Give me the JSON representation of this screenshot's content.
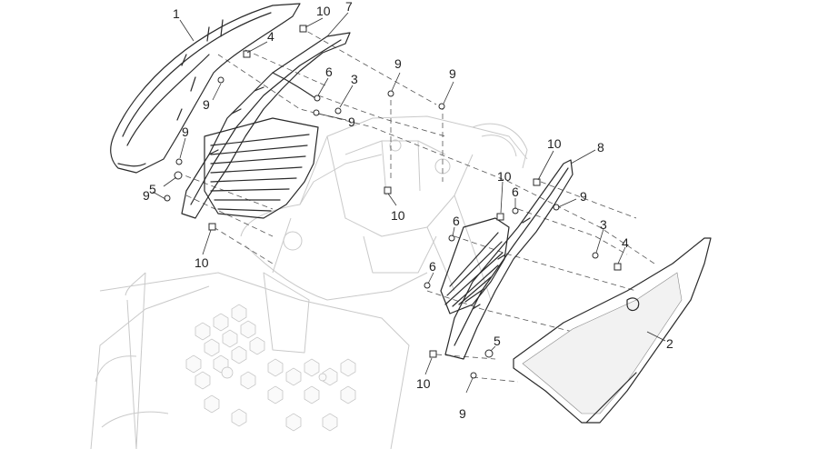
{
  "diagram": {
    "callouts": [
      {
        "id": "c1",
        "text": "1"
      },
      {
        "id": "c2",
        "text": "10"
      },
      {
        "id": "c3",
        "text": "7"
      },
      {
        "id": "c4",
        "text": "4"
      },
      {
        "id": "c5",
        "text": "9"
      },
      {
        "id": "c6",
        "text": "6"
      },
      {
        "id": "c7",
        "text": "3"
      },
      {
        "id": "c8",
        "text": "9"
      },
      {
        "id": "c9",
        "text": "9"
      },
      {
        "id": "c10",
        "text": "9"
      },
      {
        "id": "c11",
        "text": "5"
      },
      {
        "id": "c12",
        "text": "9"
      },
      {
        "id": "c13",
        "text": "10"
      },
      {
        "id": "c14",
        "text": "9"
      },
      {
        "id": "c15",
        "text": "9"
      },
      {
        "id": "c16",
        "text": "10"
      },
      {
        "id": "c17",
        "text": "10"
      },
      {
        "id": "c18",
        "text": "8"
      },
      {
        "id": "c19",
        "text": "10"
      },
      {
        "id": "c20",
        "text": "6"
      },
      {
        "id": "c21",
        "text": "9"
      },
      {
        "id": "c22",
        "text": "6"
      },
      {
        "id": "c23",
        "text": "3"
      },
      {
        "id": "c24",
        "text": "4"
      },
      {
        "id": "c25",
        "text": "6"
      },
      {
        "id": "c26",
        "text": "2"
      },
      {
        "id": "c27",
        "text": "5"
      },
      {
        "id": "c28",
        "text": "10"
      },
      {
        "id": "c29",
        "text": "9"
      }
    ]
  }
}
